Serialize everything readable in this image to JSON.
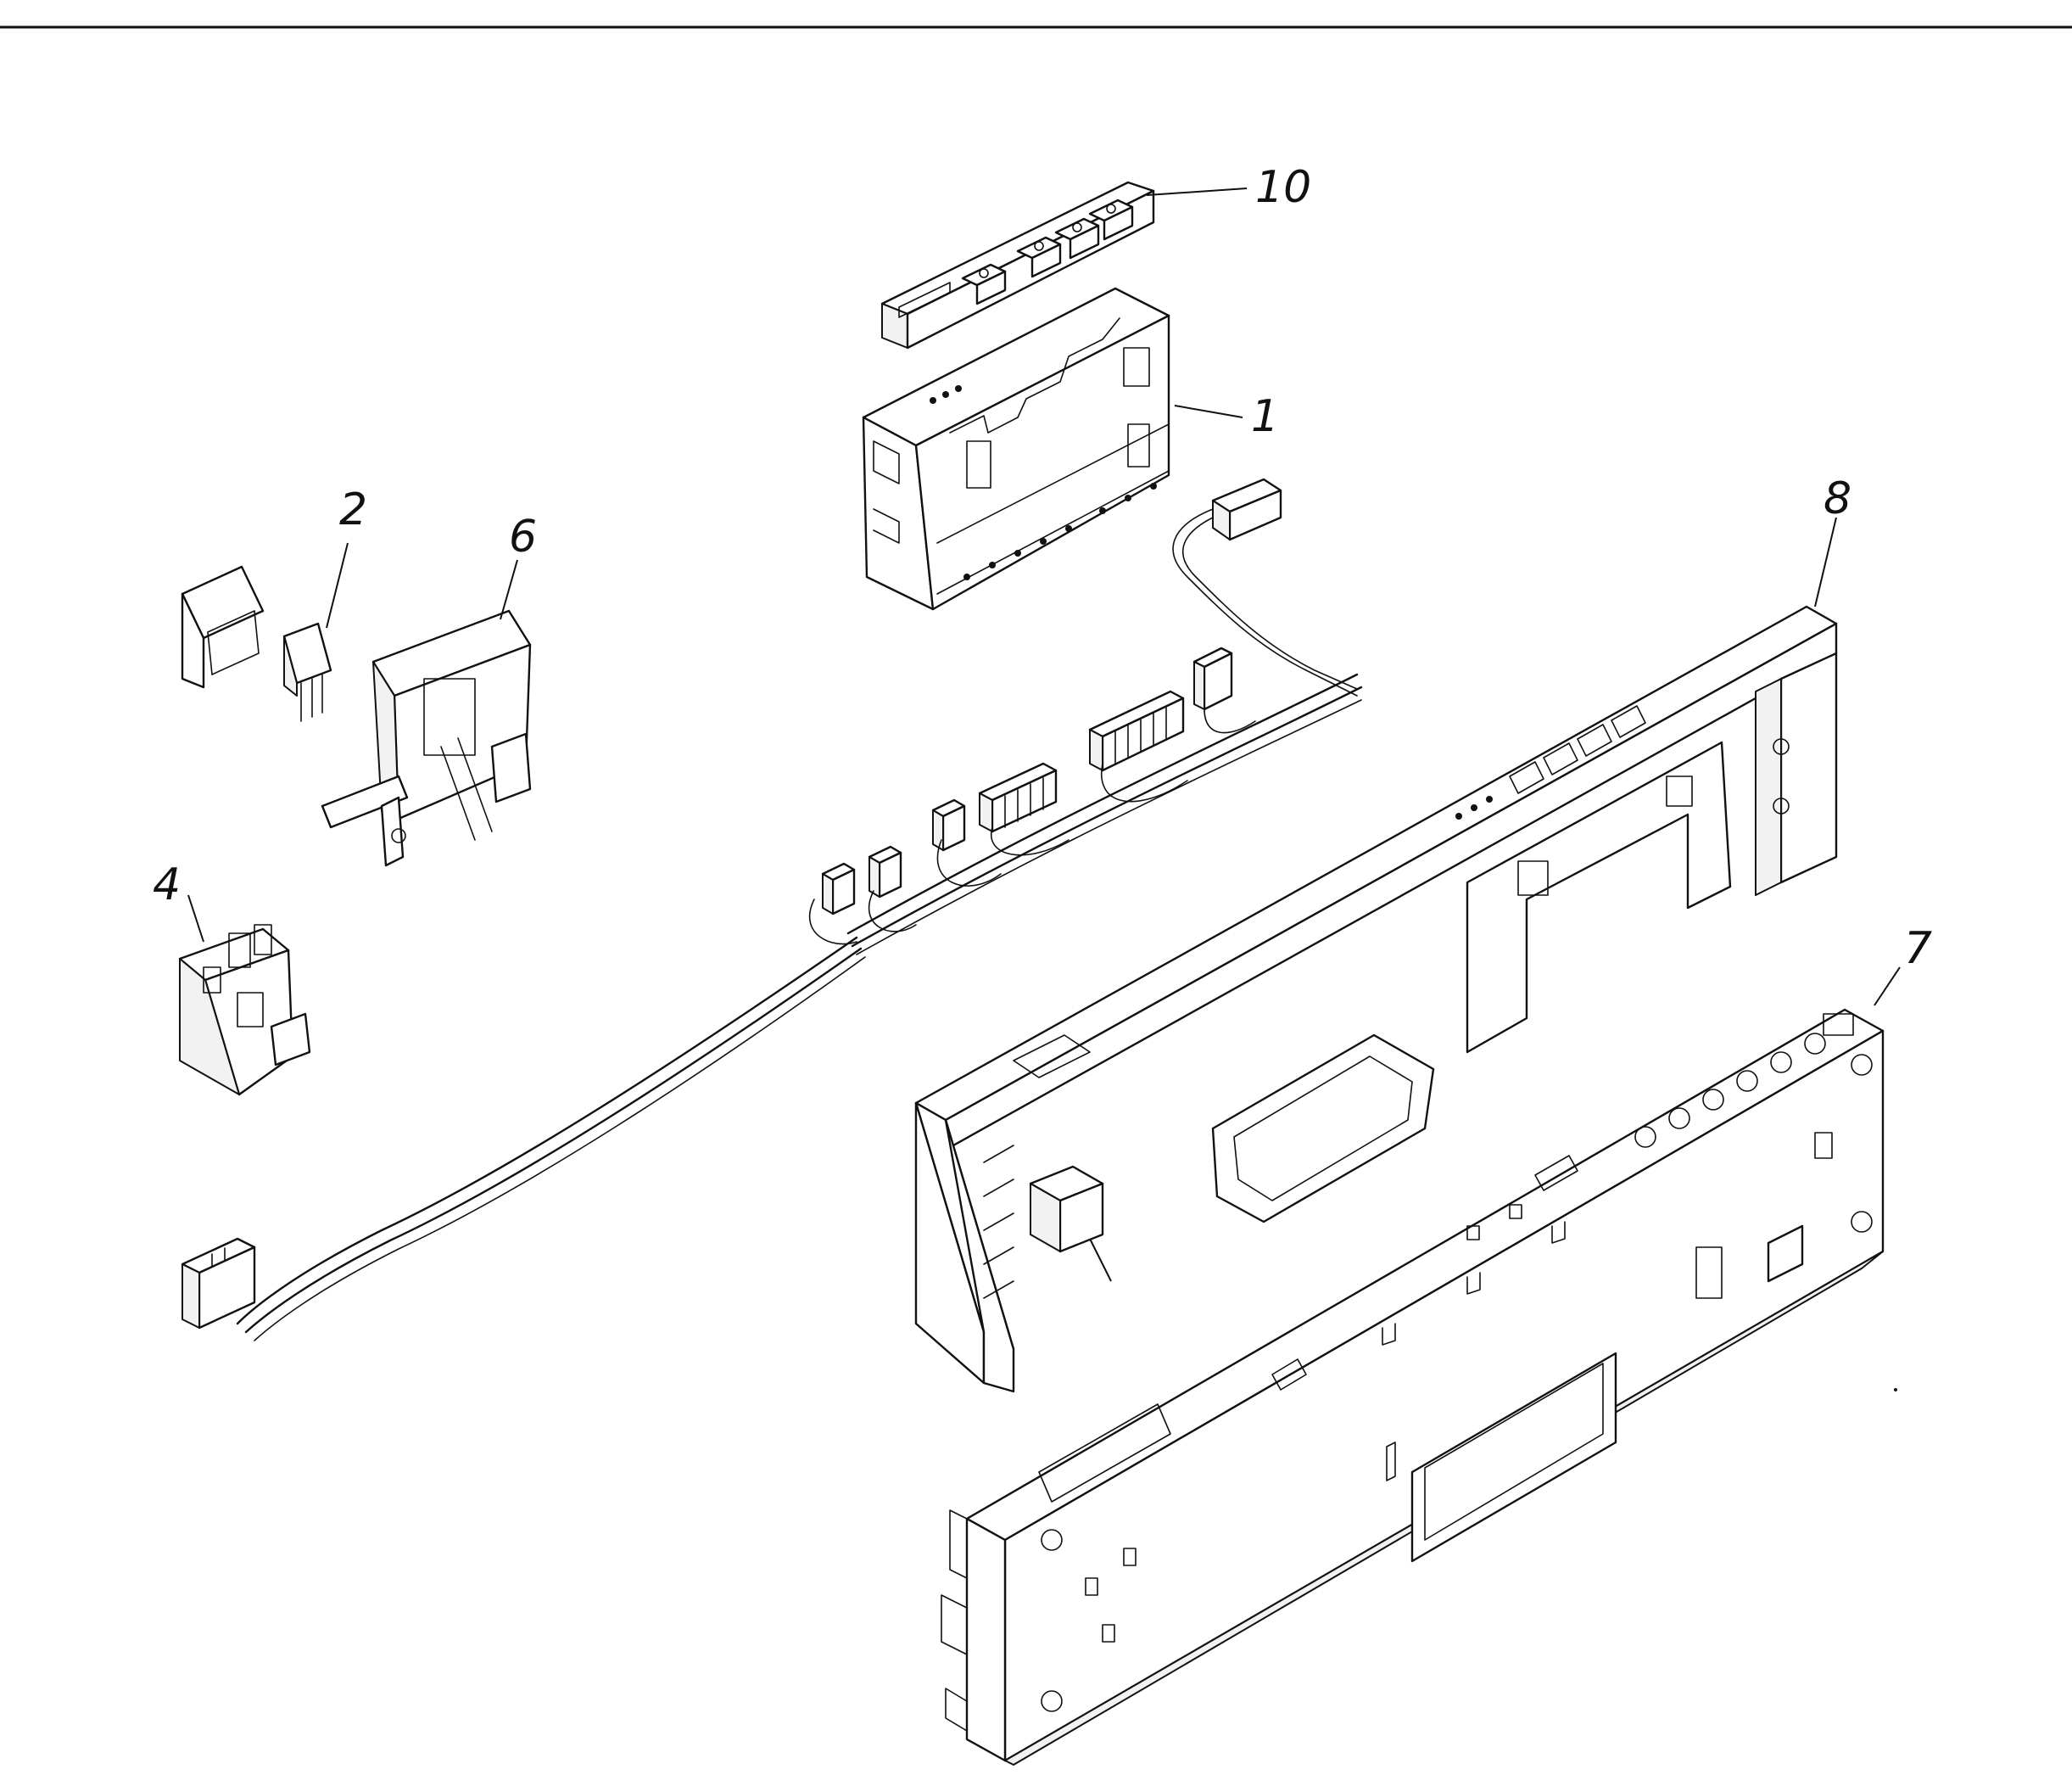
{
  "diagram": {
    "type": "exploded parts diagram",
    "callouts": [
      {
        "id": "10",
        "label": "10"
      },
      {
        "id": "1",
        "label": "1"
      },
      {
        "id": "2",
        "label": "2"
      },
      {
        "id": "6",
        "label": "6"
      },
      {
        "id": "8",
        "label": "8"
      },
      {
        "id": "4",
        "label": "4"
      },
      {
        "id": "7",
        "label": "7"
      }
    ]
  },
  "colors": {
    "line": "#111111",
    "background": "#ffffff"
  }
}
